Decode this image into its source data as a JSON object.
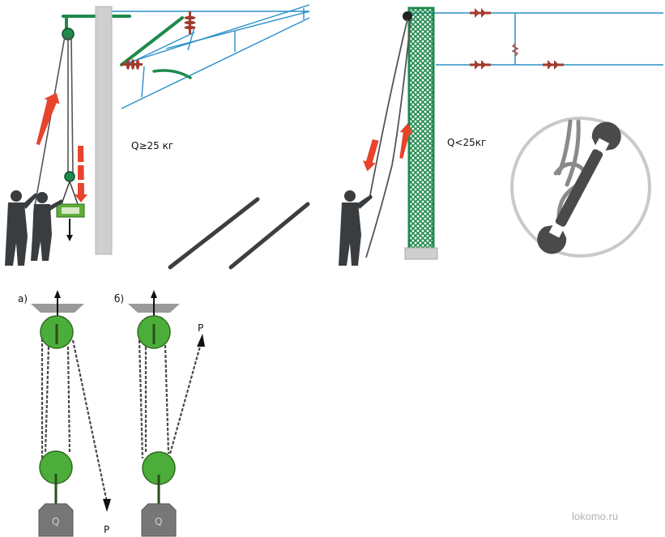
{
  "labels": {
    "heavy_load": "Q≥25 кг",
    "light_load": "Q<25кг",
    "variant_a": "а)",
    "variant_b": "б)",
    "force_a": "P",
    "force_b": "P",
    "weight_a": "Q",
    "weight_b": "Q",
    "watermark": "lokomo.ru"
  },
  "colors": {
    "pole_concrete": "#cfcfcf",
    "mast_green": "#1f8a4c",
    "pulley_green": "#4cae3a",
    "wire_blue": "#2a8fc9",
    "insulator_red": "#a13b2b",
    "arrow_red": "#e8432c",
    "rope_gray": "#555555",
    "weight_gray": "#777777",
    "watermark": "#b4b4b4"
  },
  "icons": {
    "wrench": "wrench-icon",
    "worker": "worker-silhouette",
    "pulley": "pulley-icon",
    "insulator": "insulator-icon"
  }
}
